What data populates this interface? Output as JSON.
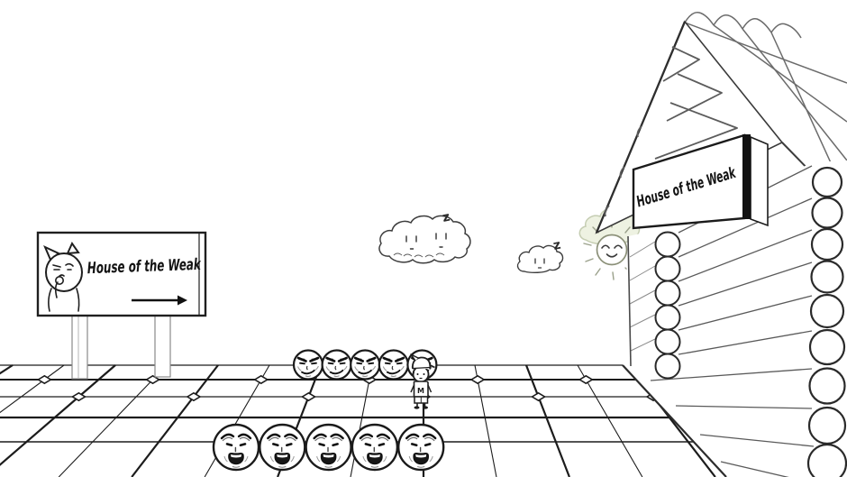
{
  "scene": {
    "left_signpost": {
      "text": "House of the Weak",
      "arrow_symbol": "→"
    },
    "house_sign": {
      "text": "House of the Weak"
    },
    "clouds": {
      "big_cloud_sleep_mark": "z",
      "small_cloud_sleep_mark": "z"
    },
    "player": {
      "shirt_letter": "M"
    },
    "face_rows": {
      "back_row": {
        "icon": "smug-meme-face",
        "count": 5
      },
      "front_row": {
        "icon": "shocked-meme-face",
        "count": 5
      }
    },
    "colors": {
      "ink": "#1c1c1c",
      "paper": "#ffffff",
      "bush": "#eef2e2",
      "sun_outline": "#8b9078"
    }
  }
}
